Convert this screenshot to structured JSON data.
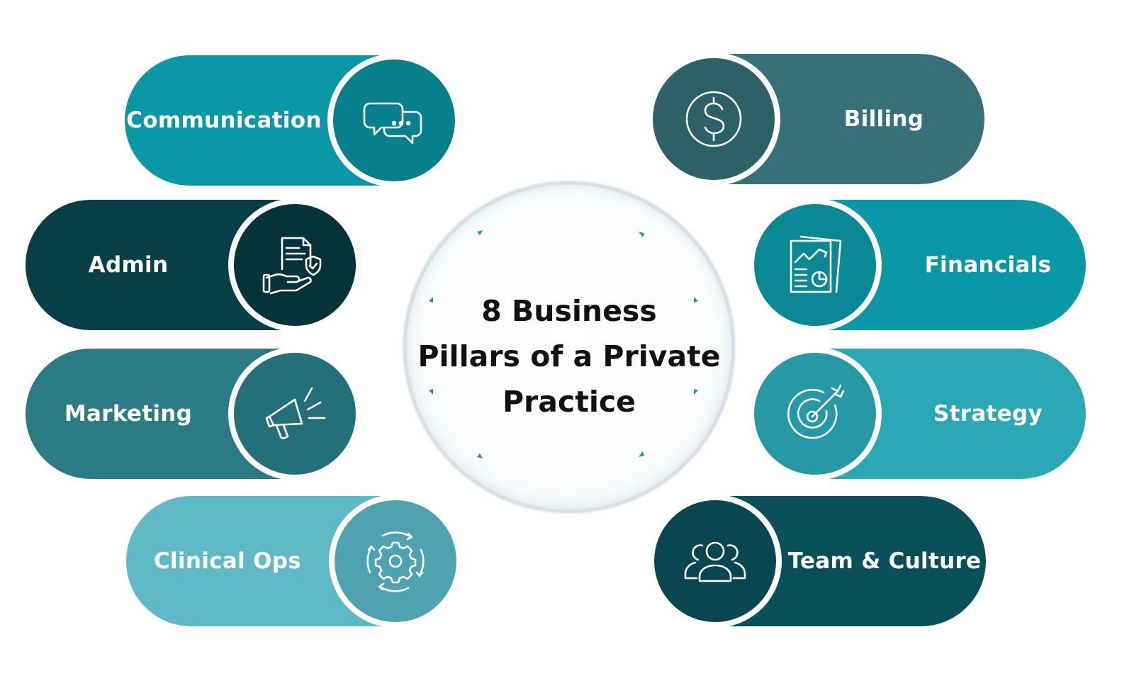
{
  "title": {
    "line1": "8 Business",
    "line2": "Pillars of a Private",
    "line3": "Practice"
  },
  "pillars": {
    "communication": {
      "label": "Communication",
      "icon": "chat-bubbles-icon",
      "color": "#0a98a6"
    },
    "admin": {
      "label": "Admin",
      "icon": "document-shield-hand-icon",
      "color": "#083e47"
    },
    "marketing": {
      "label": "Marketing",
      "icon": "megaphone-icon",
      "color": "#2b7b84"
    },
    "clinical_ops": {
      "label": "Clinical Ops",
      "icon": "gear-cycle-icon",
      "color": "#5fb9c7"
    },
    "billing": {
      "label": "Billing",
      "icon": "dollar-icon",
      "color": "#367078"
    },
    "financials": {
      "label": "Financials",
      "icon": "report-chart-icon",
      "color": "#0a98a6"
    },
    "strategy": {
      "label": "Strategy",
      "icon": "target-arrow-icon",
      "color": "#2aa8b6"
    },
    "team_culture": {
      "label": "Team & Culture",
      "icon": "team-people-icon",
      "color": "#0a5059"
    }
  }
}
